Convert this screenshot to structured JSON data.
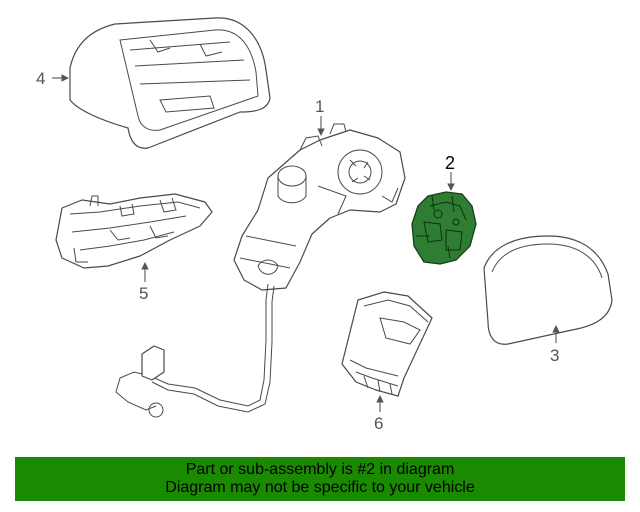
{
  "callouts": {
    "part1": "1",
    "part2": "2",
    "part3": "3",
    "part4": "4",
    "part5": "5",
    "part6": "6"
  },
  "highlight_color": "#2e7d32",
  "banner": {
    "line1": "Part or sub-assembly is #2 in diagram",
    "line2": "Diagram may not be specific to your vehicle",
    "color": "#1a8a00"
  }
}
